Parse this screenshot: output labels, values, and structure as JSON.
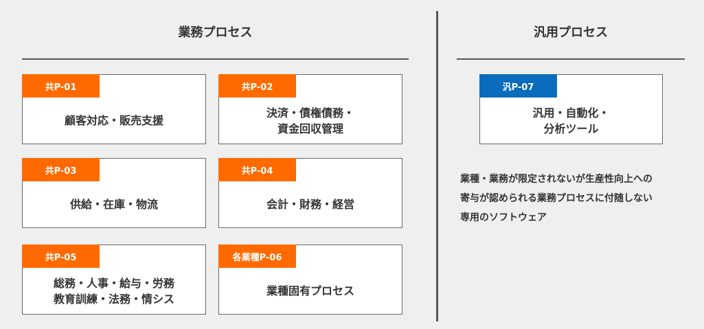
{
  "colors": {
    "orange_tag": "#ff6a00",
    "blue_tag": "#0a6cbc",
    "divider": "#555555"
  },
  "business": {
    "title": "業務プロセス",
    "cards": [
      {
        "tag": "共P-01",
        "lines": [
          "顧客対応・販売支援"
        ]
      },
      {
        "tag": "共P-02",
        "lines": [
          "決済・債権債務・",
          "資金回収管理"
        ]
      },
      {
        "tag": "共P-03",
        "lines": [
          "供給・在庫・物流"
        ]
      },
      {
        "tag": "共P-04",
        "lines": [
          "会計・財務・経営"
        ]
      },
      {
        "tag": "共P-05",
        "lines": [
          "総務・人事・給与・労務",
          "教育訓練・法務・情シス"
        ]
      },
      {
        "tag": "各業種P-06",
        "lines": [
          "業種固有プロセス"
        ]
      }
    ]
  },
  "general": {
    "title": "汎用プロセス",
    "card": {
      "tag": "汎P-07",
      "lines": [
        "汎用・自動化・",
        "分析ツール"
      ]
    },
    "note": [
      "業種・業務が限定されないが生産性向上への",
      "寄与が認められる業務プロセスに付随しない",
      "専用のソフトウェア"
    ]
  }
}
